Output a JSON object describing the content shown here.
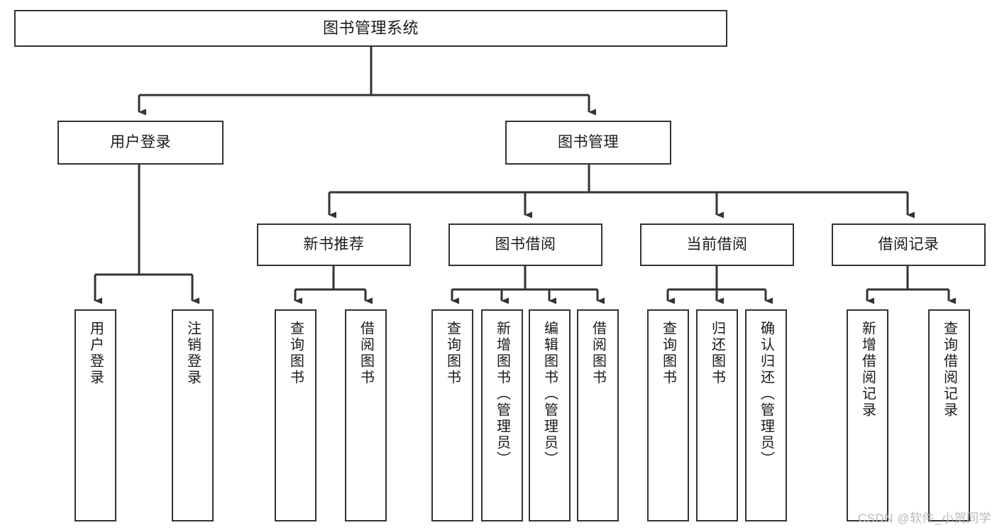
{
  "diagram": {
    "title": "图书管理系统",
    "watermark": "CSDN @软件_小贺同学",
    "colors": {
      "box_border": "#333333",
      "box_fill": "#ffffff",
      "connector": "#333333",
      "text": "#1a1a1a",
      "watermark": "#b9b9b9",
      "background": "#ffffff"
    },
    "nodes": {
      "root": {
        "label": "图书管理系统"
      },
      "level2": [
        {
          "label": "用户登录"
        },
        {
          "label": "图书管理"
        }
      ],
      "level3": [
        {
          "label": "新书推荐"
        },
        {
          "label": "图书借阅"
        },
        {
          "label": "当前借阅"
        },
        {
          "label": "借阅记录"
        }
      ],
      "leaves_user_login": [
        {
          "label": "用户登录"
        },
        {
          "label": "注销登录"
        }
      ],
      "leaves_new_book": [
        {
          "label": "查询图书"
        },
        {
          "label": "借阅图书"
        }
      ],
      "leaves_borrow": [
        {
          "label": "查询图书"
        },
        {
          "label": "新增图书（管理员）"
        },
        {
          "label": "编辑图书（管理员）"
        },
        {
          "label": "借阅图书"
        }
      ],
      "leaves_current": [
        {
          "label": "查询图书"
        },
        {
          "label": "归还图书"
        },
        {
          "label": "确认归还（管理员）"
        }
      ],
      "leaves_records": [
        {
          "label": "新增借阅记录"
        },
        {
          "label": "查询借阅记录"
        }
      ]
    }
  }
}
